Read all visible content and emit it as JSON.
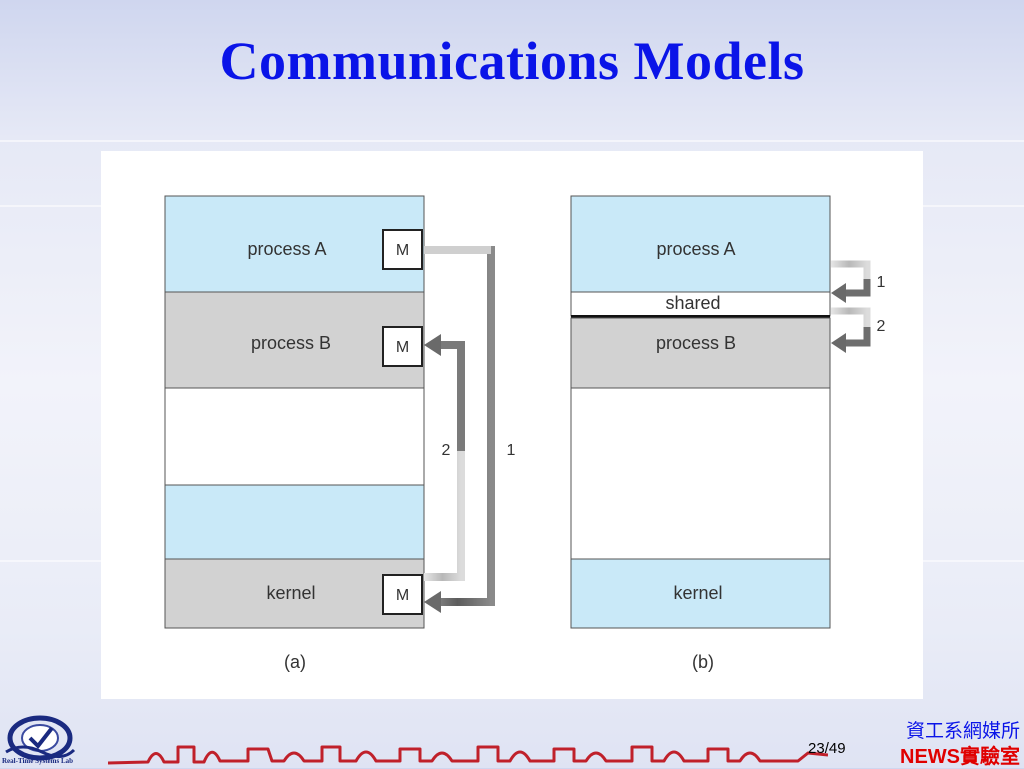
{
  "slide": {
    "title": "Communications Models",
    "page_number": "23",
    "page_total": "/49",
    "org_line1": "資工系網媒所",
    "org_line2": "NEWS實驗室",
    "logo_caption": "Real-Time Systems Lab"
  },
  "diagram_a": {
    "caption": "(a)",
    "blocks": {
      "process_a": "process A",
      "process_b": "process B",
      "kernel": "kernel"
    },
    "mailbox_label": "M",
    "arrow1_label": "1",
    "arrow2_label": "2"
  },
  "diagram_b": {
    "caption": "(b)",
    "blocks": {
      "process_a": "process A",
      "shared": "shared",
      "process_b": "process B",
      "kernel": "kernel"
    },
    "arrow1_label": "1",
    "arrow2_label": "2"
  },
  "colors": {
    "title": "#0a14e8",
    "light_blue": "#c9e9f8",
    "gray": "#d2d2d2",
    "arrow_dark": "#7a7a7a",
    "arrow_light": "#c8c8c8",
    "org_red": "#e00000"
  }
}
